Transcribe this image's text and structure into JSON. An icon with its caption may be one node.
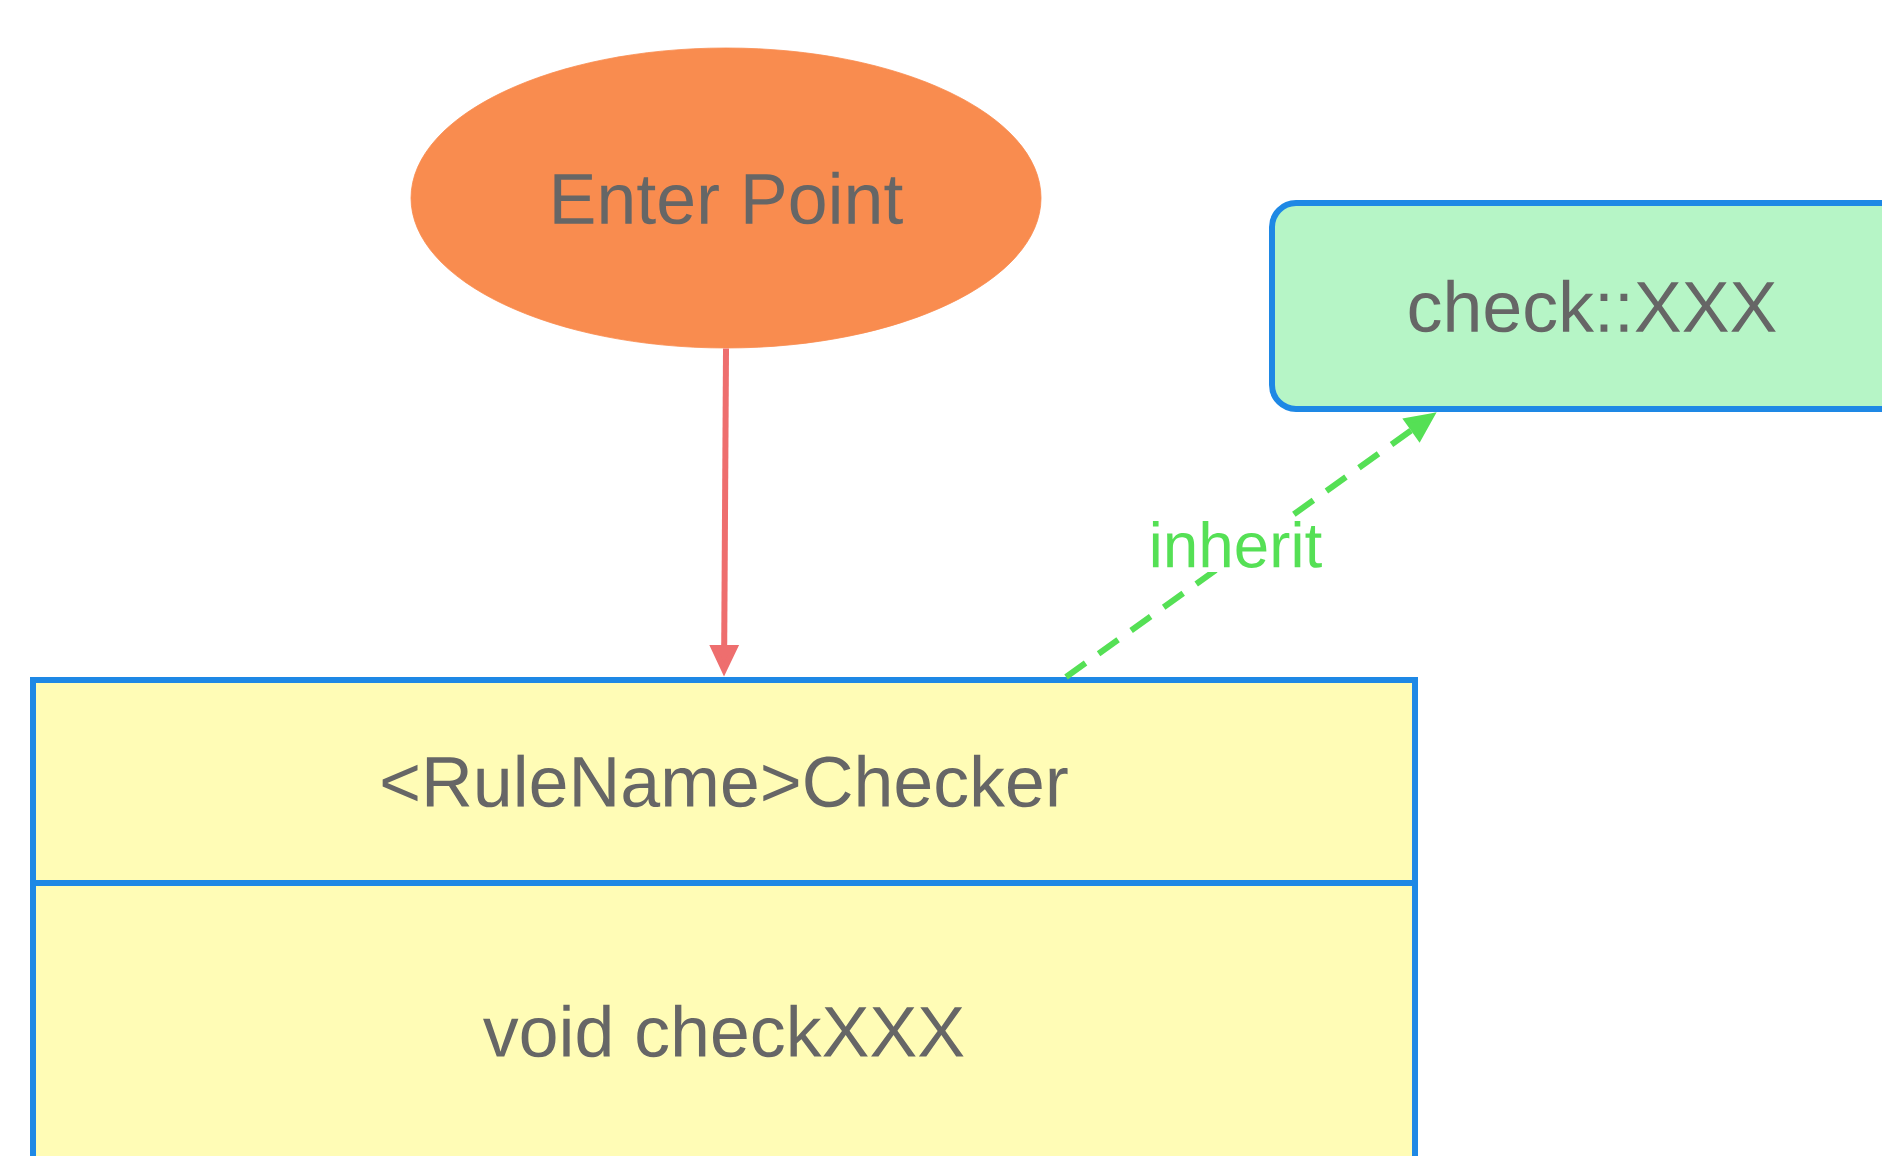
{
  "diagram": {
    "nodes": [
      {
        "text": [
          "Enter Point"
        ]
      },
      {
        "text": [
          "check::XXX"
        ]
      },
      {
        "text": [
          "<RuleName>Checker",
          "void checkXXX"
        ]
      }
    ],
    "edges": [
      {
        "from": 0,
        "to": 2,
        "arrow": "to",
        "color": "#ee6e6e"
      },
      {
        "from": 2,
        "to": 1,
        "arrow": "to",
        "label": "inherit",
        "style": "dashed",
        "color": "#55e055"
      }
    ]
  }
}
